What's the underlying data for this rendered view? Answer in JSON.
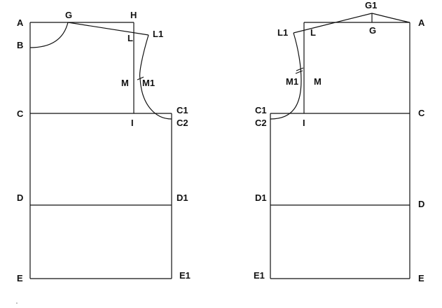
{
  "left_piece": {
    "A": "A",
    "G": "G",
    "H": "H",
    "B": "B",
    "L": "L",
    "L1": "L1",
    "M": "M",
    "M1": "M1",
    "C": "C",
    "C1": "C1",
    "C2": "C2",
    "I": "I",
    "D": "D",
    "D1": "D1",
    "E": "E",
    "E1": "E1"
  },
  "right_piece": {
    "G1": "G1",
    "A": "A",
    "G": "G",
    "L1": "L1",
    "L": "L",
    "M1": "M1",
    "M": "M",
    "C1": "C1",
    "C": "C",
    "C2": "C2",
    "I": "I",
    "D1": "D1",
    "D": "D",
    "E1": "E1",
    "E": "E"
  }
}
